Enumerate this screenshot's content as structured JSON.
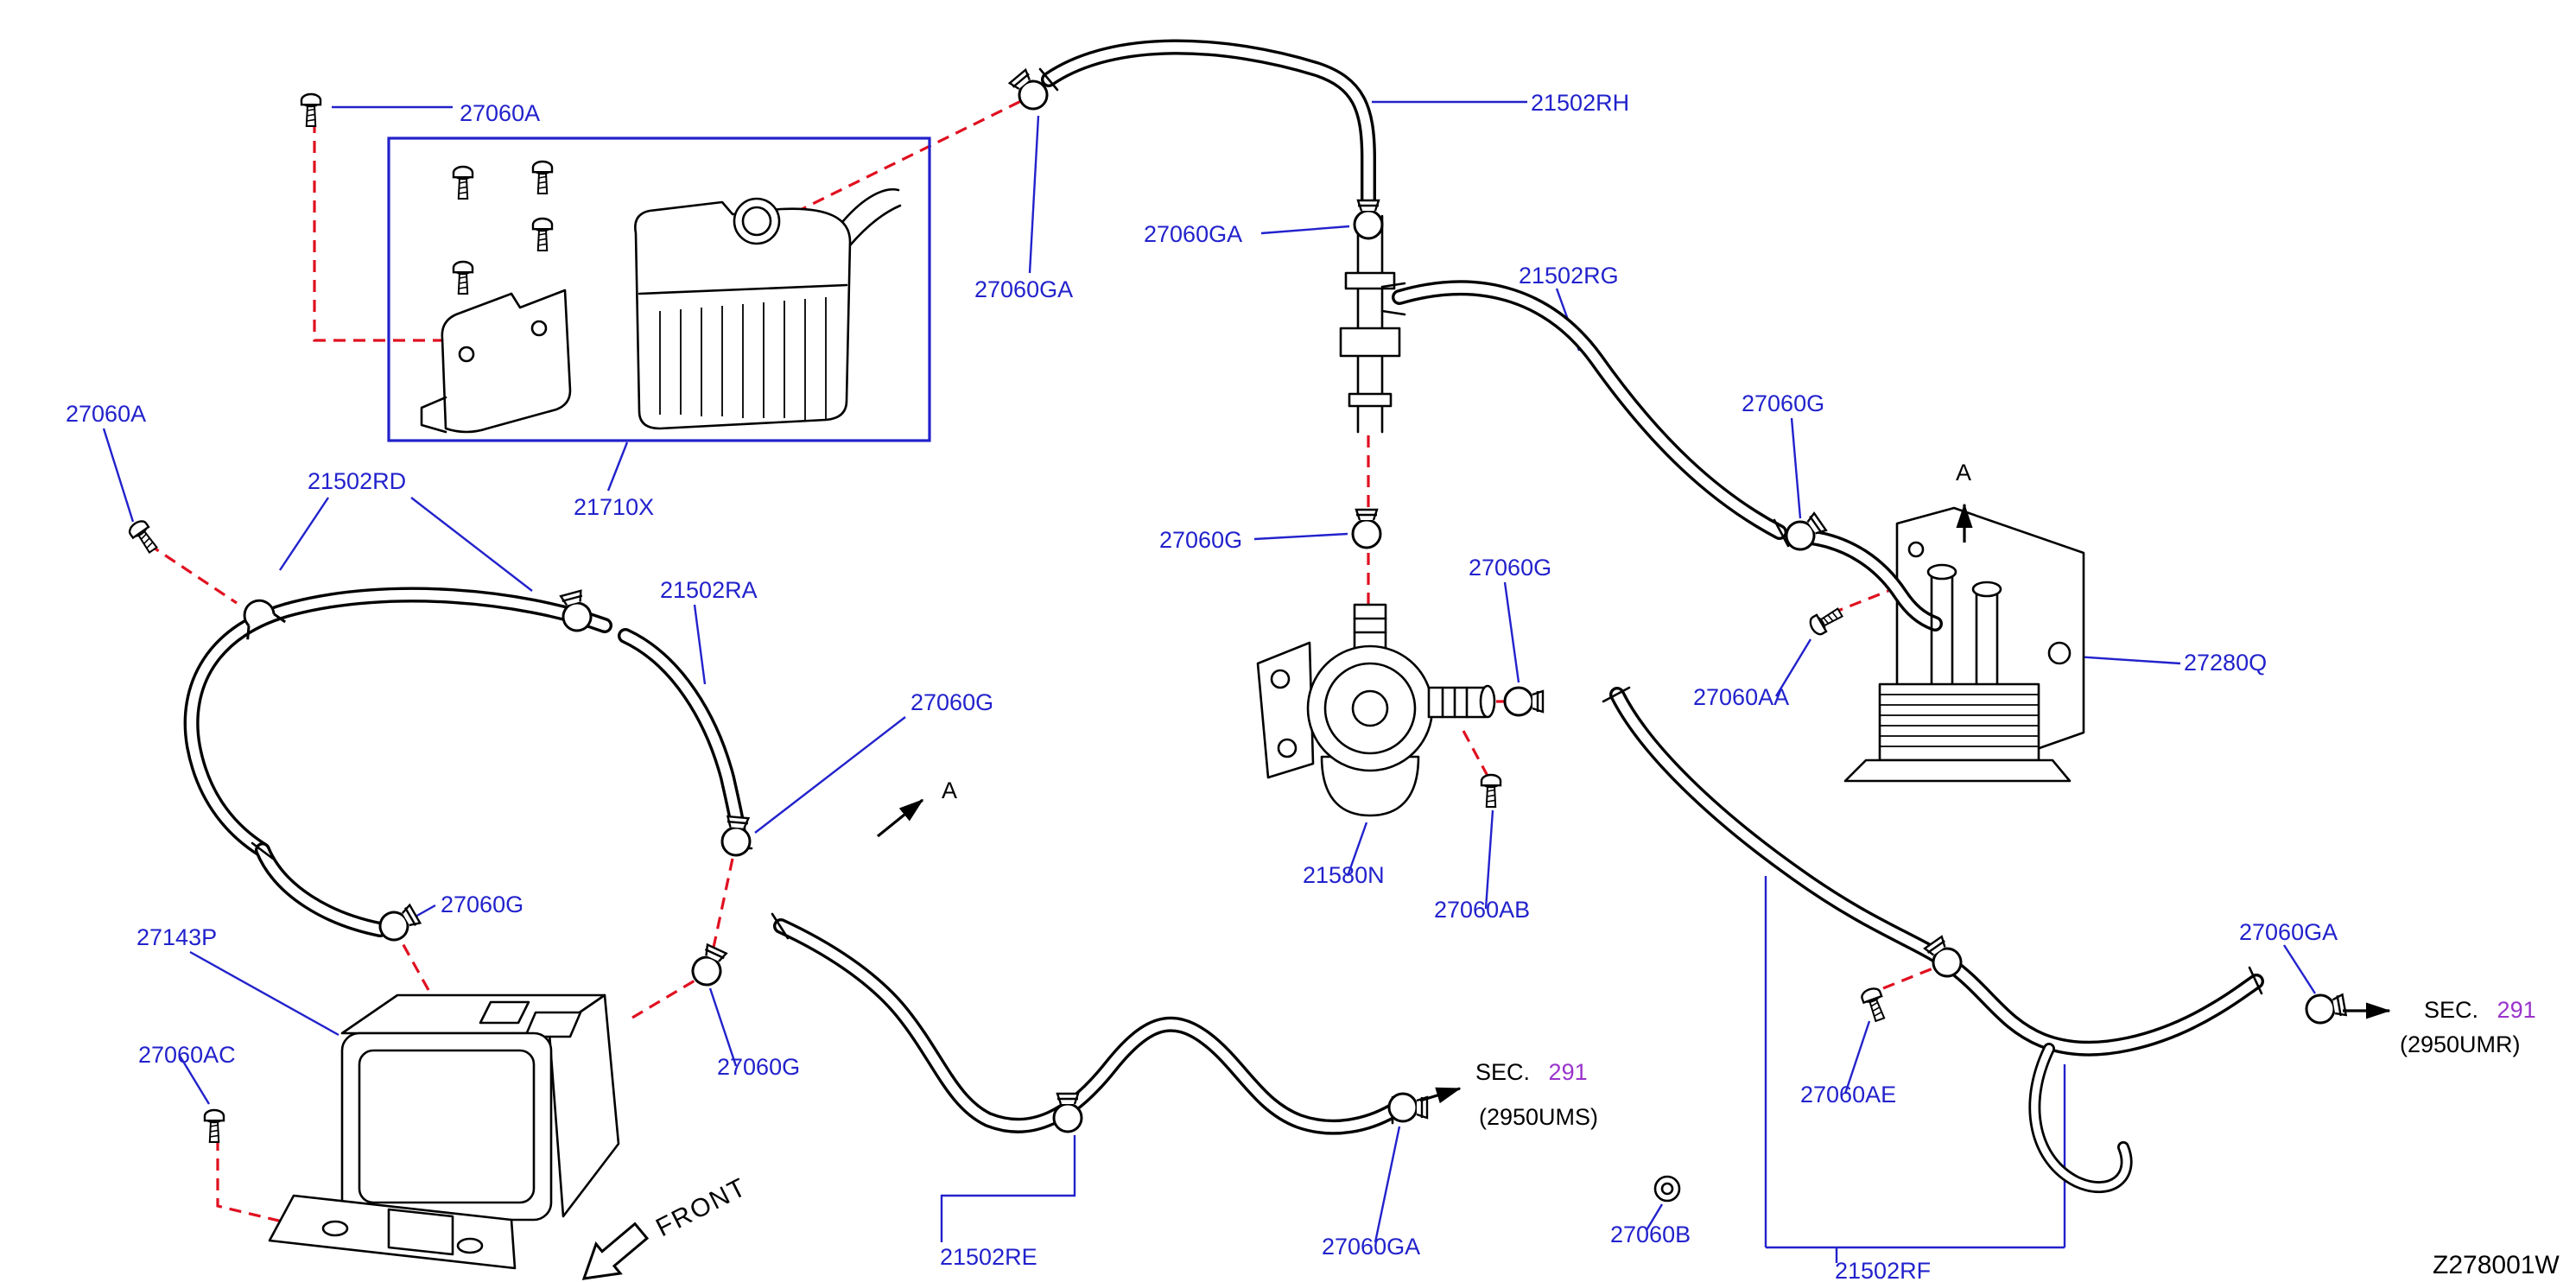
{
  "diagram": {
    "type": "parts-diagram",
    "subject": "engine cooling / heater piping hoses and clamps"
  },
  "colors": {
    "part_label": "#2222cc",
    "section_number": "#9933cc",
    "callout_leader": "#2222cc",
    "assembly_dash_line": "#e01020",
    "artwork": "#000000",
    "background": "#ffffff"
  },
  "parts": {
    "27060A": "27060A",
    "27060AA": "27060AA",
    "27060AB": "27060AB",
    "27060AC": "27060AC",
    "27060AE": "27060AE",
    "27060B": "27060B",
    "27060G": "27060G",
    "27060GA": "27060GA",
    "21502RA": "21502RA",
    "21502RD": "21502RD",
    "21502RE": "21502RE",
    "21502RF": "21502RF",
    "21502RG": "21502RG",
    "21502RH": "21502RH",
    "21580N": "21580N",
    "21710X": "21710X",
    "27143P": "27143P",
    "27280Q": "27280Q"
  },
  "annotations": {
    "sec": "SEC.",
    "sec_number": "291",
    "sec_ums": "(2950UMS)",
    "sec_umr": "(2950UMR)",
    "view_a": "A",
    "front": "FRONT",
    "drawing_id": "Z278001W"
  }
}
